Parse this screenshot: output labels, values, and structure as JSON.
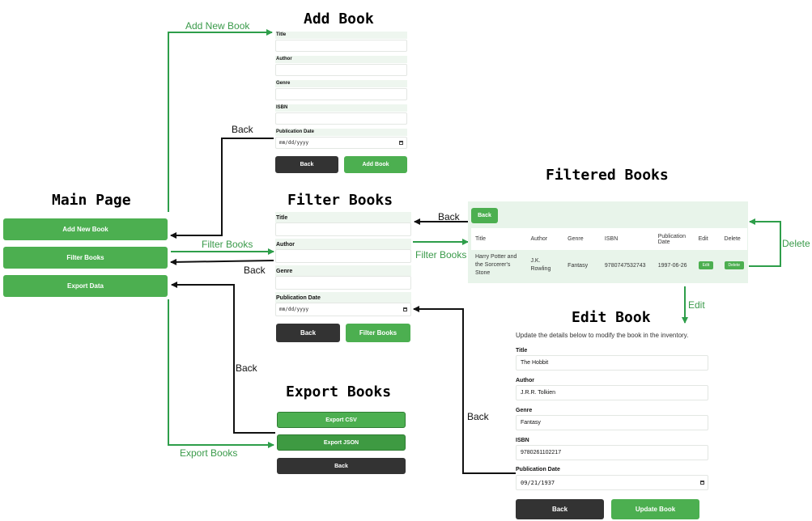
{
  "titles": {
    "add_book": "Add Book",
    "main_page": "Main Page",
    "filter_books": "Filter Books",
    "filtered_books": "Filtered Books",
    "edit_book": "Edit Book",
    "export_books": "Export Books"
  },
  "main": {
    "add_new_book": "Add New Book",
    "filter_books": "Filter Books",
    "export_data": "Export Data"
  },
  "add_book_form": {
    "labels": [
      "Title",
      "Author",
      "Genre",
      "ISBN",
      "Publication Date"
    ],
    "date_placeholder": "mm/dd/yyyy",
    "back": "Back",
    "submit": "Add Book"
  },
  "filter_form": {
    "labels": [
      "Title",
      "Author",
      "Genre",
      "Publication Date"
    ],
    "date_placeholder": "mm/dd/yyyy",
    "back": "Back",
    "submit": "Filter Books"
  },
  "filtered": {
    "back": "Back",
    "headers": [
      "Title",
      "Author",
      "Genre",
      "ISBN",
      "Publication Date",
      "Edit",
      "Delete"
    ],
    "row": {
      "title": "Harry Potter and the Sorcerer's Stone",
      "author": "J.K. Rowling",
      "genre": "Fantasy",
      "isbn": "9780747532743",
      "date": "1997-06-26",
      "edit": "Edit",
      "delete": "Delete"
    }
  },
  "edit_form": {
    "subtitle": "Update the details below to modify the book in the inventory.",
    "labels": [
      "Title",
      "Author",
      "Genre",
      "ISBN",
      "Publication Date"
    ],
    "values": [
      "The Hobbit",
      "J.R.R. Tolkien",
      "Fantasy",
      "9780261102217",
      "09/21/1937"
    ],
    "back": "Back",
    "submit": "Update Book"
  },
  "export": {
    "csv": "Export CSV",
    "json": "Export JSON",
    "back": "Back"
  },
  "arrows": {
    "add_new_book": "Add New Book",
    "back_add": "Back",
    "filter_books_left": "Filter Books",
    "back_filter": "Back",
    "filter_books_right": "Filter Books",
    "back_filtered": "Back",
    "delete": "Delete",
    "edit": "Edit",
    "back_export": "Back",
    "export_books": "Export Books",
    "back_edit": "Back"
  },
  "colors": {
    "accent_green": "#4caf50",
    "arrow_green": "#2e9e4a",
    "dark_button": "#333333",
    "panel_tint": "#e8f4ea"
  }
}
